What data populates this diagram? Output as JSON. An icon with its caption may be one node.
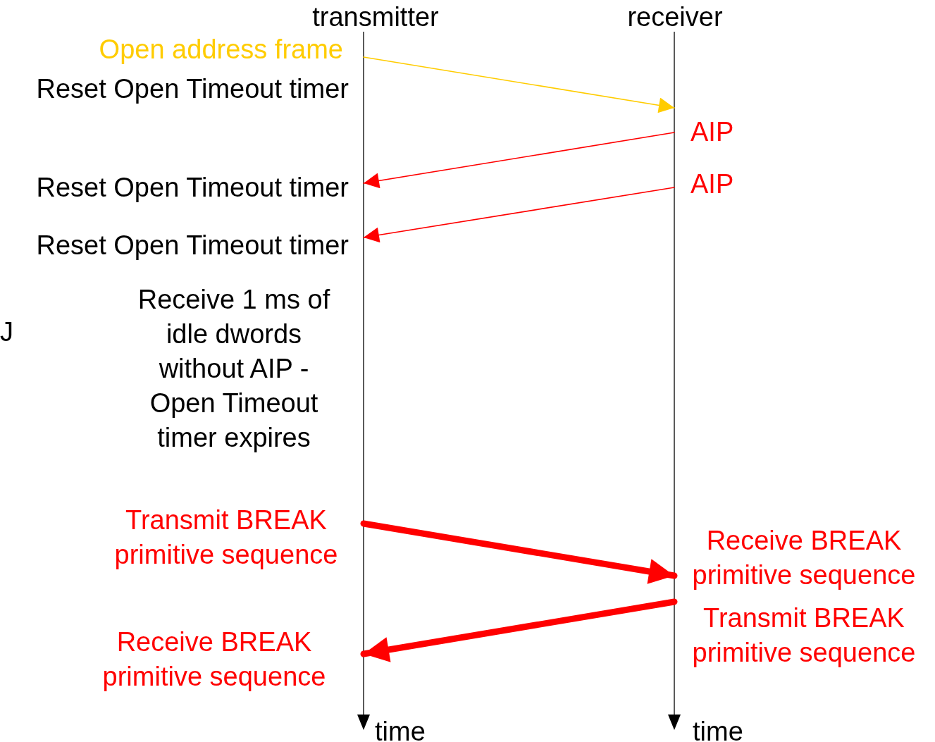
{
  "diagram": {
    "nodes": [
      {
        "text": [
          "transmitter"
        ]
      },
      {
        "text": [
          "receiver"
        ]
      }
    ],
    "edges": [
      {
        "from": 0,
        "to": 1,
        "arrow": "to",
        "color": "#ffcc00"
      },
      {
        "from": 1,
        "to": 0,
        "arrow": "to"
      },
      {
        "from": 1,
        "to": 0,
        "arrow": "to"
      },
      {
        "from": 0,
        "to": 1,
        "arrow": "to",
        "style": "thick"
      },
      {
        "from": 1,
        "to": 0,
        "arrow": "to",
        "style": "thick"
      }
    ],
    "labels": [
      "Open address frame",
      "Reset Open Timeout timer",
      "AIP",
      "Reset Open Timeout timer",
      "AIP",
      "Reset Open Timeout timer",
      "J",
      "Receive 1 ms of idle dwords without AIP - Open Timeout timer expires",
      "Transmit BREAK primitive sequence",
      "Receive BREAK primitive sequence",
      "Transmit BREAK primitive sequence",
      "Receive BREAK primitive sequence",
      "time",
      "time"
    ]
  }
}
